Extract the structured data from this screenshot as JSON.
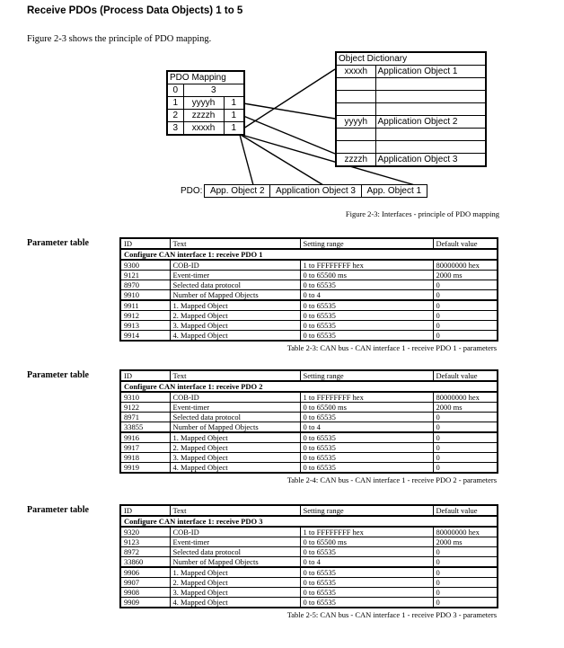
{
  "page": {
    "title": "Receive PDOs (Process Data Objects) 1 to 5",
    "intro": "Figure 2-3 shows the principle of PDO mapping."
  },
  "diagram": {
    "pdo_mapping": {
      "title": "PDO Mapping",
      "row0": {
        "idx": "0",
        "value": "3"
      },
      "rows": [
        {
          "idx": "1",
          "value": "yyyyh",
          "count": "1"
        },
        {
          "idx": "2",
          "value": "zzzzh",
          "count": "1"
        },
        {
          "idx": "3",
          "value": "xxxxh",
          "count": "1"
        }
      ]
    },
    "object_dictionary": {
      "title": "Object Dictionary",
      "rows": [
        {
          "addr": "xxxxh",
          "name": "Application Object 1"
        },
        {
          "addr": "",
          "name": ""
        },
        {
          "addr": "",
          "name": ""
        },
        {
          "addr": "",
          "name": ""
        },
        {
          "addr": "yyyyh",
          "name": "Application Object 2"
        },
        {
          "addr": "",
          "name": ""
        },
        {
          "addr": "",
          "name": ""
        },
        {
          "addr": "zzzzh",
          "name": "Application Object 3"
        }
      ]
    },
    "pdo_label": "PDO:",
    "pdo_slots": [
      "App. Object 2",
      "Application Object 3",
      "App. Object 1"
    ],
    "caption": "Figure 2-3: Interfaces - principle of PDO mapping"
  },
  "tables": [
    {
      "side_label": "Parameter table",
      "headers": [
        "ID",
        "Text",
        "Setting range",
        "Default value"
      ],
      "section": "Configure CAN interface 1: receive PDO 1",
      "rows": [
        [
          "9300",
          "COB-ID",
          "1 to FFFFFFFF hex",
          "80000000 hex"
        ],
        [
          "9121",
          "Event-timer",
          "0 to 65500 ms",
          "2000 ms"
        ],
        [
          "8970",
          "Selected data protocol",
          "0 to 65535",
          "0"
        ],
        [
          "9910",
          "Number of Mapped Objects",
          "0 to 4",
          "0"
        ],
        [
          "9911",
          "1. Mapped Object",
          "0 to 65535",
          "0"
        ],
        [
          "9912",
          "2. Mapped Object",
          "0 to 65535",
          "0"
        ],
        [
          "9913",
          "3. Mapped Object",
          "0 to 65535",
          "0"
        ],
        [
          "9914",
          "4. Mapped Object",
          "0 to 65535",
          "0"
        ]
      ],
      "caption": "Table 2-3: CAN bus - CAN interface 1 - receive PDO 1 - parameters"
    },
    {
      "side_label": "Parameter table",
      "headers": [
        "ID",
        "Text",
        "Setting range",
        "Default value"
      ],
      "section": "Configure CAN interface 1: receive PDO 2",
      "rows": [
        [
          "9310",
          "COB-ID",
          "1 to FFFFFFFF hex",
          "80000000 hex"
        ],
        [
          "9122",
          "Event-timer",
          "0 to 65500 ms",
          "2000 ms"
        ],
        [
          "8971",
          "Selected data protocol",
          "0 to 65535",
          "0"
        ],
        [
          "33855",
          "Number of Mapped Objects",
          "0 to 4",
          "0"
        ],
        [
          "9916",
          "1. Mapped Object",
          "0 to 65535",
          "0"
        ],
        [
          "9917",
          "2. Mapped Object",
          "0 to 65535",
          "0"
        ],
        [
          "9918",
          "3. Mapped Object",
          "0 to 65535",
          "0"
        ],
        [
          "9919",
          "4. Mapped Object",
          "0 to 65535",
          "0"
        ]
      ],
      "caption": "Table 2-4: CAN bus - CAN interface 1 - receive PDO 2 - parameters"
    },
    {
      "side_label": "Parameter table",
      "headers": [
        "ID",
        "Text",
        "Setting range",
        "Default value"
      ],
      "section": "Configure CAN interface 1: receive PDO 3",
      "rows": [
        [
          "9320",
          "COB-ID",
          "1 to FFFFFFFF hex",
          "80000000 hex"
        ],
        [
          "9123",
          "Event-timer",
          "0 to 65500 ms",
          "2000 ms"
        ],
        [
          "8972",
          "Selected data protocol",
          "0 to 65535",
          "0"
        ],
        [
          "33860",
          "Number of Mapped Objects",
          "0 to 4",
          "0"
        ],
        [
          "9906",
          "1. Mapped Object",
          "0 to 65535",
          "0"
        ],
        [
          "9907",
          "2. Mapped Object",
          "0 to 65535",
          "0"
        ],
        [
          "9908",
          "3. Mapped Object",
          "0 to 65535",
          "0"
        ],
        [
          "9909",
          "4. Mapped Object",
          "0 to 65535",
          "0"
        ]
      ],
      "caption": "Table 2-5: CAN bus - CAN interface 1 - receive PDO 3 - parameters"
    }
  ]
}
